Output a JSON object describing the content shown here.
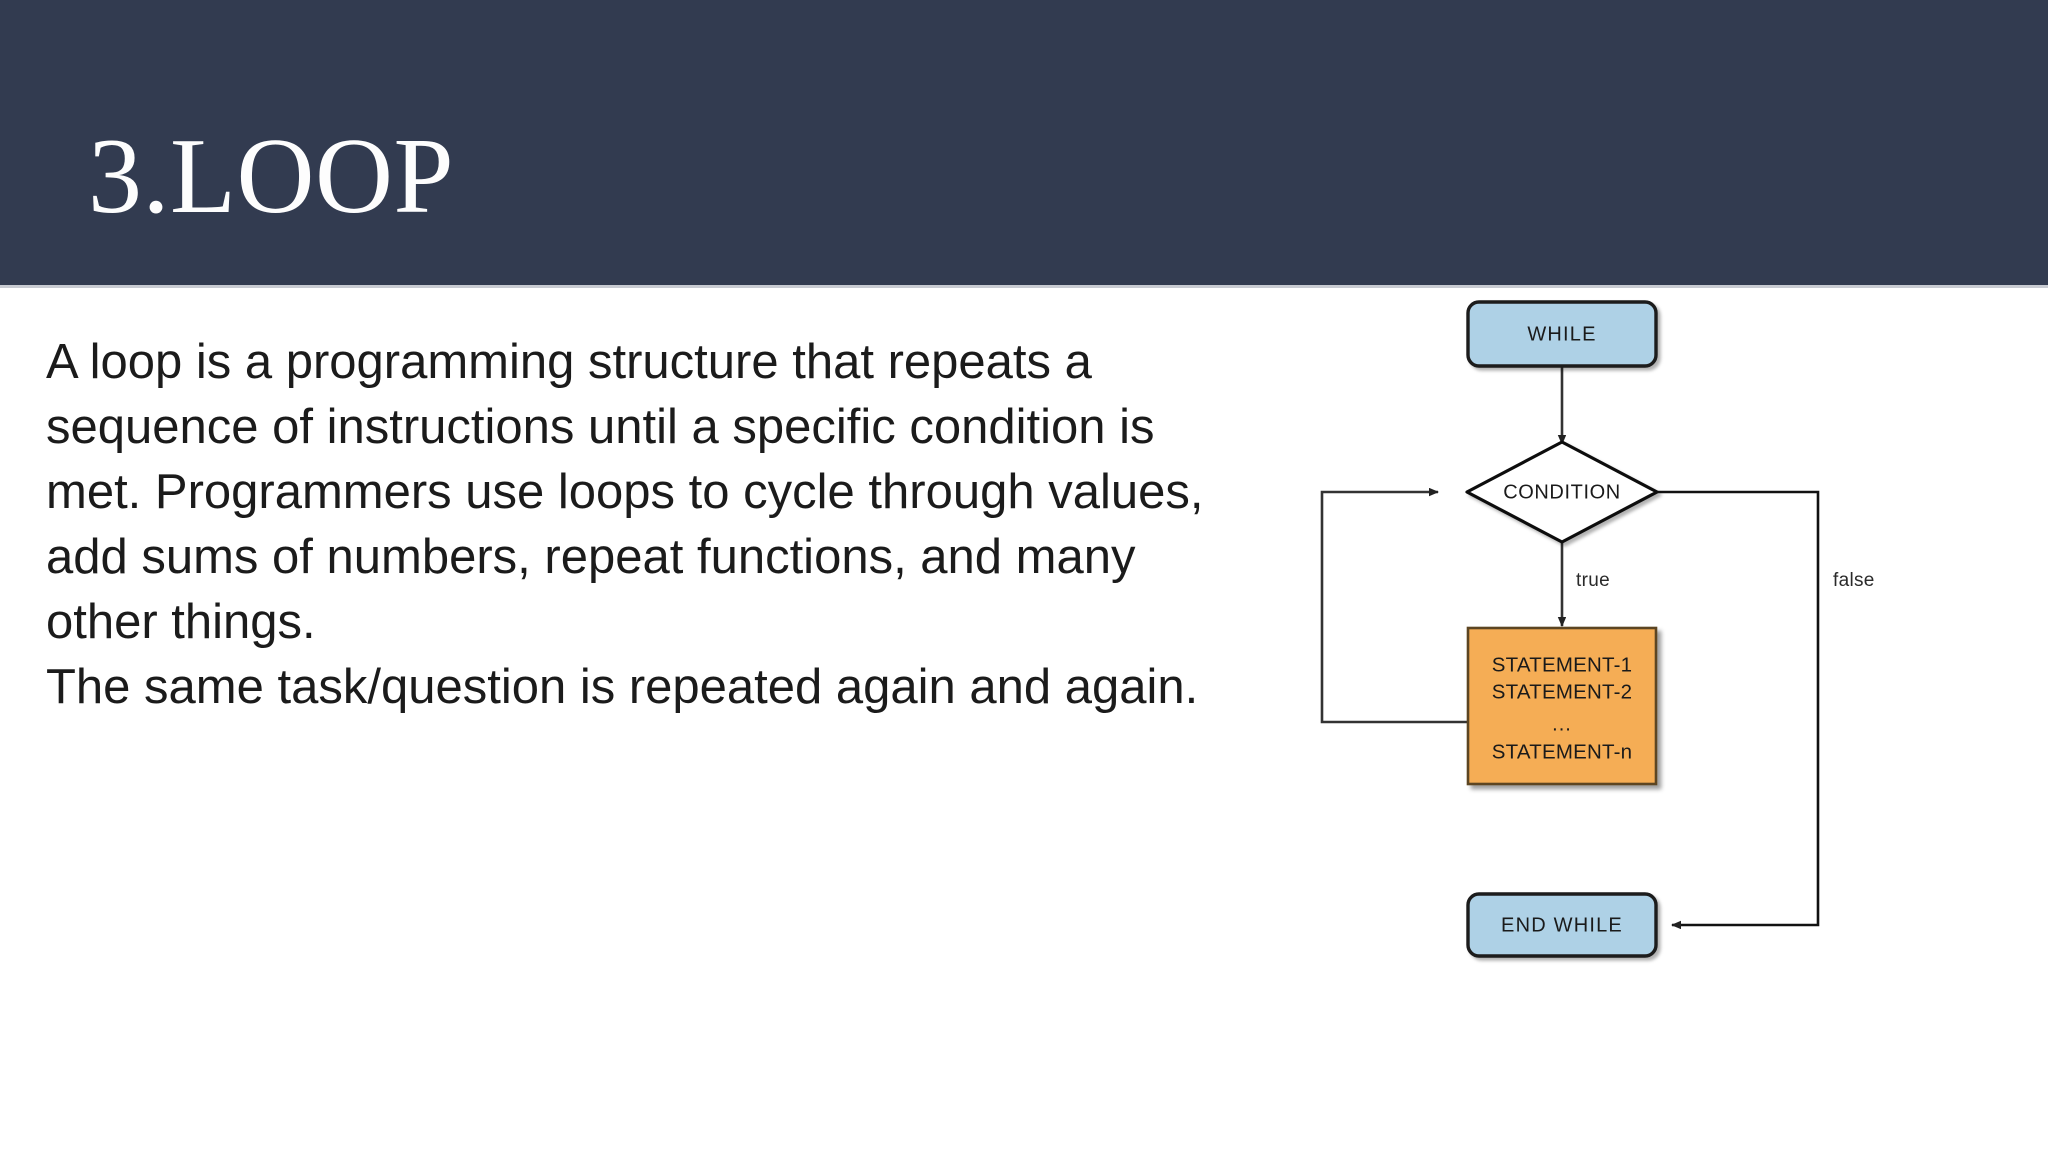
{
  "slide": {
    "title": "3.LOOP",
    "header_color": "#323b50",
    "background_color": "#ffffff",
    "title_color": "#fdfdfd",
    "body_text": "A loop is a programming structure that repeats a sequence of instructions until a specific condition is met. Programmers use loops to cycle through values, add sums of numbers, repeat functions, and many other things.\nThe same task/question is repeated again and again.",
    "body_text_color": "#1b1b1b"
  },
  "flowchart": {
    "type": "flowchart",
    "title": "while loop flowchart",
    "colors": {
      "terminator_fill": "#aed1e6",
      "terminator_border": "#1a1a1a",
      "decision_fill": "#ffffff",
      "decision_border": "#111111",
      "process_fill": "#f5ad55",
      "process_border": "#5b4420",
      "connector": "#333333"
    },
    "nodes": [
      {
        "id": "while",
        "shape": "rounded-rect",
        "label": "WHILE"
      },
      {
        "id": "condition",
        "shape": "diamond",
        "label": "CONDITION"
      },
      {
        "id": "statements",
        "shape": "rect",
        "lines": [
          "STATEMENT-1",
          "STATEMENT-2",
          "...",
          "STATEMENT-n"
        ]
      },
      {
        "id": "endwhile",
        "shape": "rounded-rect",
        "label": "END WHILE"
      }
    ],
    "edges": [
      {
        "from": "while",
        "to": "condition",
        "label": ""
      },
      {
        "from": "condition",
        "to": "statements",
        "label": "true"
      },
      {
        "from": "condition",
        "to": "endwhile",
        "label": "false"
      },
      {
        "from": "statements",
        "to": "condition",
        "label": ""
      }
    ],
    "branch_labels": {
      "true": "true",
      "false": "false"
    }
  }
}
